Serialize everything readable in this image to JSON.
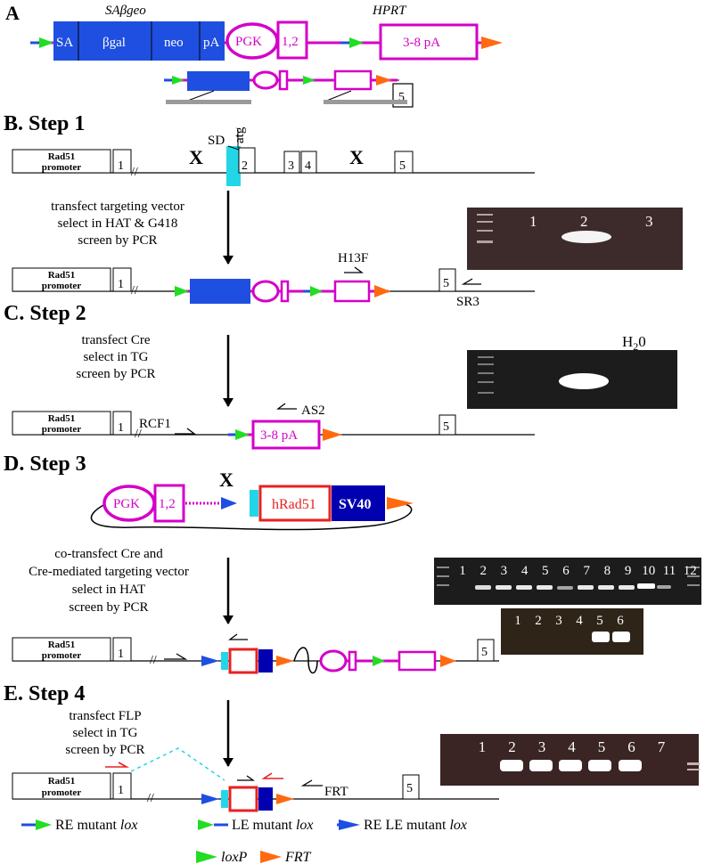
{
  "colors": {
    "magenta": "#d400c8",
    "blue": "#1f4fe0",
    "dark_blue": "#0000b0",
    "green": "#22dd22",
    "orange": "#ff6a10",
    "cyan": "#22d6e8",
    "red": "#e82020",
    "gray_bar": "#9a9a9a",
    "gel_dark": "#1c1c1c",
    "gel_brown": "#3a2424",
    "band": "#ffffff"
  },
  "panel_a": {
    "letter": "A",
    "title_sabgeo": "SAβgeo",
    "title_hprt": "HPRT",
    "seg_sa": "SA",
    "seg_bgal": "βgal",
    "seg_neo": "neo",
    "seg_pa": "pA",
    "pgk": "PGK",
    "exon12": "1,2",
    "exon38": "3-8  pA",
    "exon5": "5"
  },
  "step1": {
    "label": "B. Step 1",
    "promoter_line1": "Rad51",
    "promoter_line2": "promoter",
    "exon1": "1",
    "exon2": "2",
    "exon3": "3",
    "exon4": "4",
    "exon5": "5",
    "x_mark": "X",
    "sd": "SD",
    "atg": "atg",
    "instr1": "transfect targeting vector",
    "instr2": "select in HAT & G418",
    "instr3": "screen by PCR",
    "primer_h13f": "H13F",
    "primer_sr3": "SR3",
    "lanes": [
      "1",
      "2",
      "3"
    ]
  },
  "step2": {
    "label": "C. Step 2",
    "instr1": "transfect Cre",
    "instr2": "select in TG",
    "instr3": "screen by PCR",
    "primer_rcf1": "RCF1",
    "primer_as2": "AS2",
    "exon38": "3-8  pA",
    "h2o": "H",
    "h2o_sub": "2",
    "h2o_end": "0"
  },
  "step3": {
    "label": "D. Step 3",
    "pgk": "PGK",
    "exon12": "1,2",
    "hrad51": "hRad51",
    "sv40": "SV40",
    "instr1": "co-transfect Cre and",
    "instr2": "Cre-mediated targeting vector",
    "instr3": "select in HAT",
    "instr4": "screen by PCR",
    "lanes_top": [
      "1",
      "2",
      "3",
      "4",
      "5",
      "6",
      "7",
      "8",
      "9",
      "10",
      "11",
      "12"
    ],
    "lanes_bottom": [
      "1",
      "2",
      "3",
      "4",
      "5",
      "6"
    ]
  },
  "step4": {
    "label": "E. Step 4",
    "instr1": "transfect FLP",
    "instr2": "select in TG",
    "instr3": "screen by PCR",
    "frt_label": "FRT",
    "lanes": [
      "1",
      "2",
      "3",
      "4",
      "5",
      "6",
      "7"
    ]
  },
  "legend": {
    "re_mutant": "RE mutant ",
    "le_mutant": "LE mutant ",
    "re_le_mutant": "RE LE mutant ",
    "lox": "lox",
    "loxp": "loxP",
    "frt": "FRT"
  }
}
